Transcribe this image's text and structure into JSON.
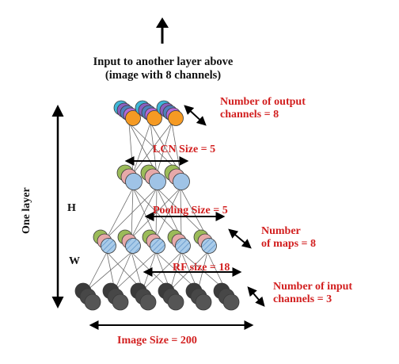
{
  "labels": {
    "top_caption_line1": "Input to another layer above",
    "top_caption_line2": "(image with 8 channels)",
    "output_channels_line1": "Number  of output",
    "output_channels_line2": "channels = 8",
    "lcn_size": "LCN Size = 5",
    "pooling_size": "Pooling Size = 5",
    "num_maps_line1": "Number",
    "num_maps_line2": "of maps = 8",
    "rf_size": "RF size = 18",
    "input_channels_line1": "Number  of input",
    "input_channels_line2": "channels = 3",
    "image_size": "Image Size = 200",
    "axis_h": "H",
    "axis_w": "W",
    "one_layer": "One layer"
  },
  "colors": {
    "label_red": "#d21f1f",
    "input_gray": "#4d4d4d",
    "node_blue": "#9fc3e6",
    "node_green": "#9bbb59",
    "node_pink": "#e6a9a9",
    "output_orange": "#f59a23",
    "output_cyan": "#3fb6d8",
    "output_purple": "#8a5fbf",
    "output_blue": "#4f81bd"
  }
}
